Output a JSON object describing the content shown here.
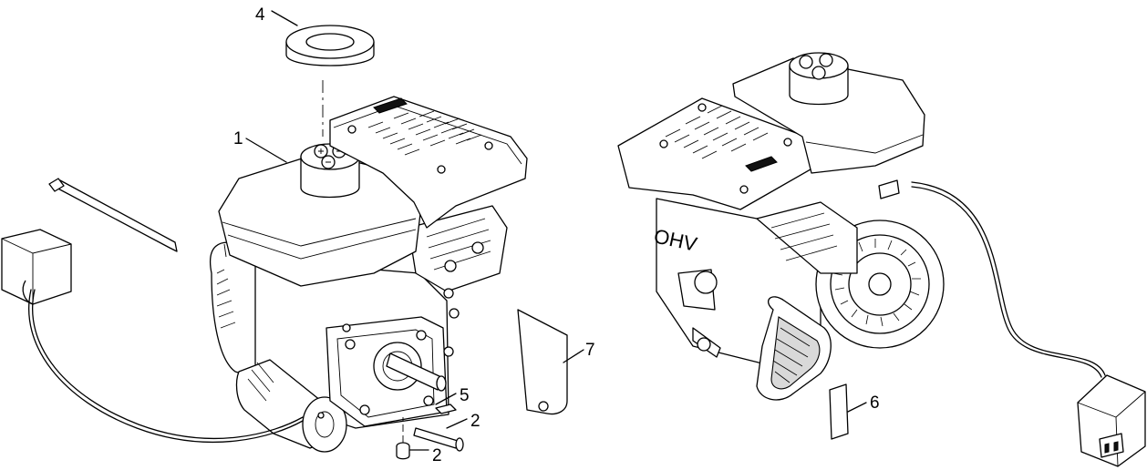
{
  "diagram": {
    "callouts": [
      {
        "id": "callout-1",
        "label": "1"
      },
      {
        "id": "callout-2a",
        "label": "2"
      },
      {
        "id": "callout-2b",
        "label": "2"
      },
      {
        "id": "callout-4",
        "label": "4"
      },
      {
        "id": "callout-5",
        "label": "5"
      },
      {
        "id": "callout-6",
        "label": "6"
      },
      {
        "id": "callout-7",
        "label": "7"
      }
    ],
    "engine_marking": "OHV"
  }
}
